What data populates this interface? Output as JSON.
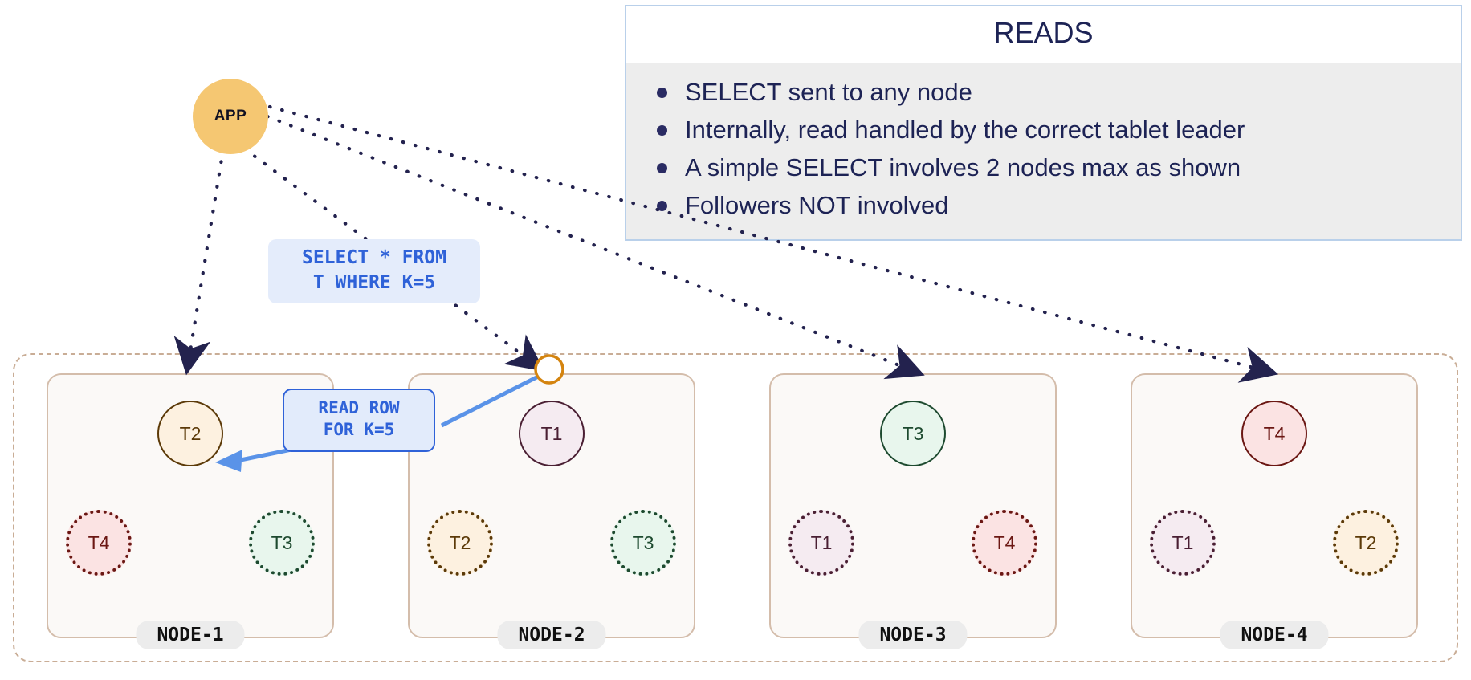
{
  "app": {
    "label": "APP"
  },
  "sql_bubble": {
    "line1": "SELECT * FROM",
    "line2": "T WHERE K=5"
  },
  "read_callout": {
    "line1": "READ ROW",
    "line2": "FOR K=5"
  },
  "reads_panel": {
    "title": "READS",
    "bullets": [
      "SELECT sent to any node",
      "Internally, read handled by the correct tablet leader",
      "A simple SELECT involves 2 nodes max as shown",
      "Followers NOT involved"
    ]
  },
  "cluster": {
    "nodes": [
      {
        "label": "NODE-1",
        "tablets": [
          {
            "label": "T2",
            "role": "leader",
            "color": "orange",
            "pos": "top"
          },
          {
            "label": "T4",
            "role": "follower",
            "color": "red",
            "pos": "left"
          },
          {
            "label": "T3",
            "role": "follower",
            "color": "green",
            "pos": "right"
          }
        ]
      },
      {
        "label": "NODE-2",
        "tablets": [
          {
            "label": "T1",
            "role": "leader",
            "color": "purple",
            "pos": "top"
          },
          {
            "label": "T2",
            "role": "follower",
            "color": "orange",
            "pos": "left"
          },
          {
            "label": "T3",
            "role": "follower",
            "color": "green",
            "pos": "right"
          }
        ]
      },
      {
        "label": "NODE-3",
        "tablets": [
          {
            "label": "T3",
            "role": "leader",
            "color": "green",
            "pos": "top"
          },
          {
            "label": "T1",
            "role": "follower",
            "color": "purple",
            "pos": "left"
          },
          {
            "label": "T4",
            "role": "follower",
            "color": "red",
            "pos": "right"
          }
        ]
      },
      {
        "label": "NODE-4",
        "tablets": [
          {
            "label": "T4",
            "role": "leader",
            "color": "red",
            "pos": "top"
          },
          {
            "label": "T1",
            "role": "follower",
            "color": "purple",
            "pos": "left"
          },
          {
            "label": "T2",
            "role": "follower",
            "color": "orange",
            "pos": "right"
          }
        ]
      }
    ]
  },
  "colors": {
    "app_fill": "#f5c772",
    "arrow": "#23224e",
    "sql_blue": "#2f62d8",
    "panel_border": "#b9d0ea",
    "panel_body": "#ededed",
    "panel_text": "#1d2355",
    "cluster_border": "#c9ad96",
    "node_border": "#d4bdab",
    "connector_ring": "#d4840f",
    "read_link": "#5a93e8"
  }
}
